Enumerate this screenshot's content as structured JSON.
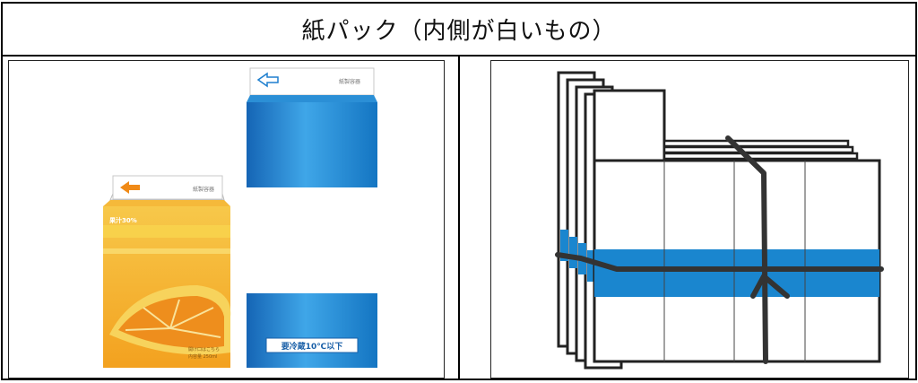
{
  "header": {
    "title": "紙パック（内側が白いもの）"
  },
  "left_panel": {
    "small_carton": {
      "top_label": "紙製容器",
      "juice_label": "果汁30%",
      "bottom_text_1": "開け口はこちら",
      "bottom_text_2": "内容量 250ml"
    },
    "large_carton": {
      "top_label": "紙製容器",
      "bottom_label": "要冷蔵10℃以下"
    }
  },
  "colors": {
    "carton_blue": "#1a86cf",
    "orange": "#f29a1d",
    "line": "#333333"
  }
}
